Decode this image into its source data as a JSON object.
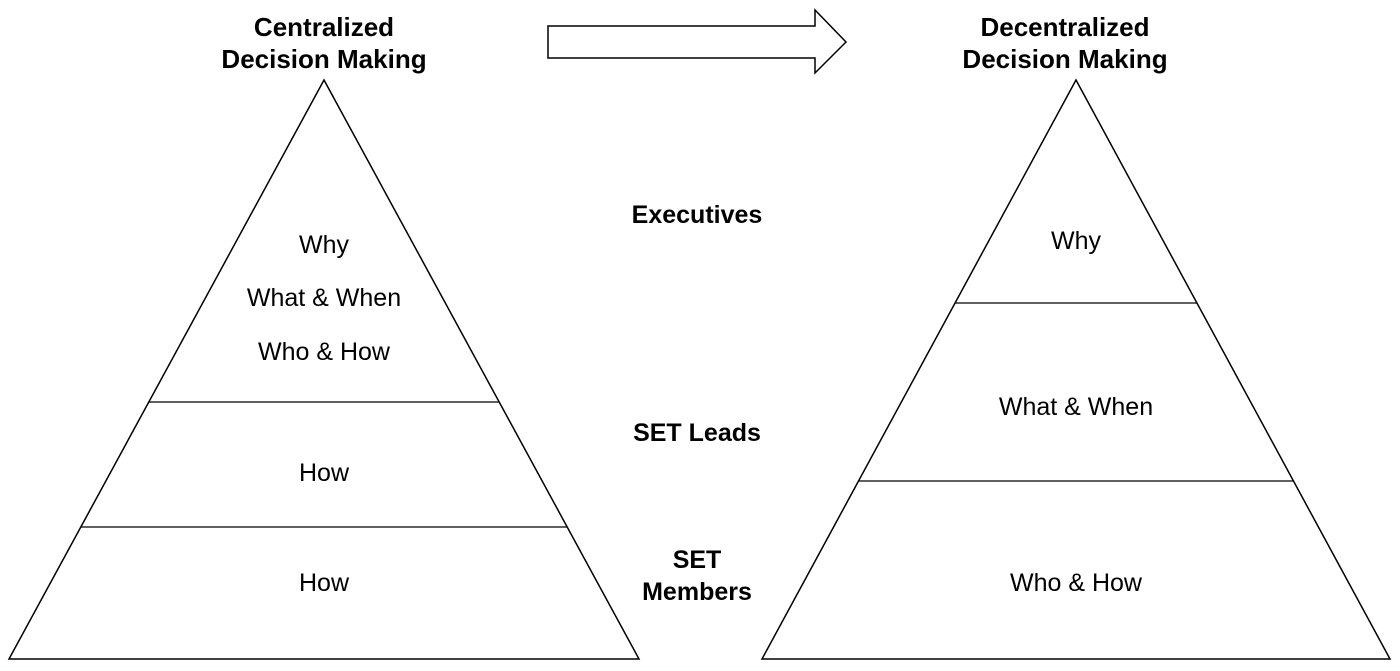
{
  "left_pyramid": {
    "title_line1": "Centralized",
    "title_line2": "Decision Making",
    "top_layer": [
      "Why",
      "What & When",
      "Who & How"
    ],
    "middle_layer": "How",
    "bottom_layer": "How"
  },
  "right_pyramid": {
    "title_line1": "Decentralized",
    "title_line2": "Decision Making",
    "top_layer": "Why",
    "middle_layer": "What & When",
    "bottom_layer": "Who & How"
  },
  "levels": {
    "executives": "Executives",
    "set_leads": "SET Leads",
    "set_members_line1": "SET",
    "set_members_line2": "Members"
  },
  "colors": {
    "stroke": "#000000",
    "fill": "#ffffff",
    "text": "#000000"
  }
}
